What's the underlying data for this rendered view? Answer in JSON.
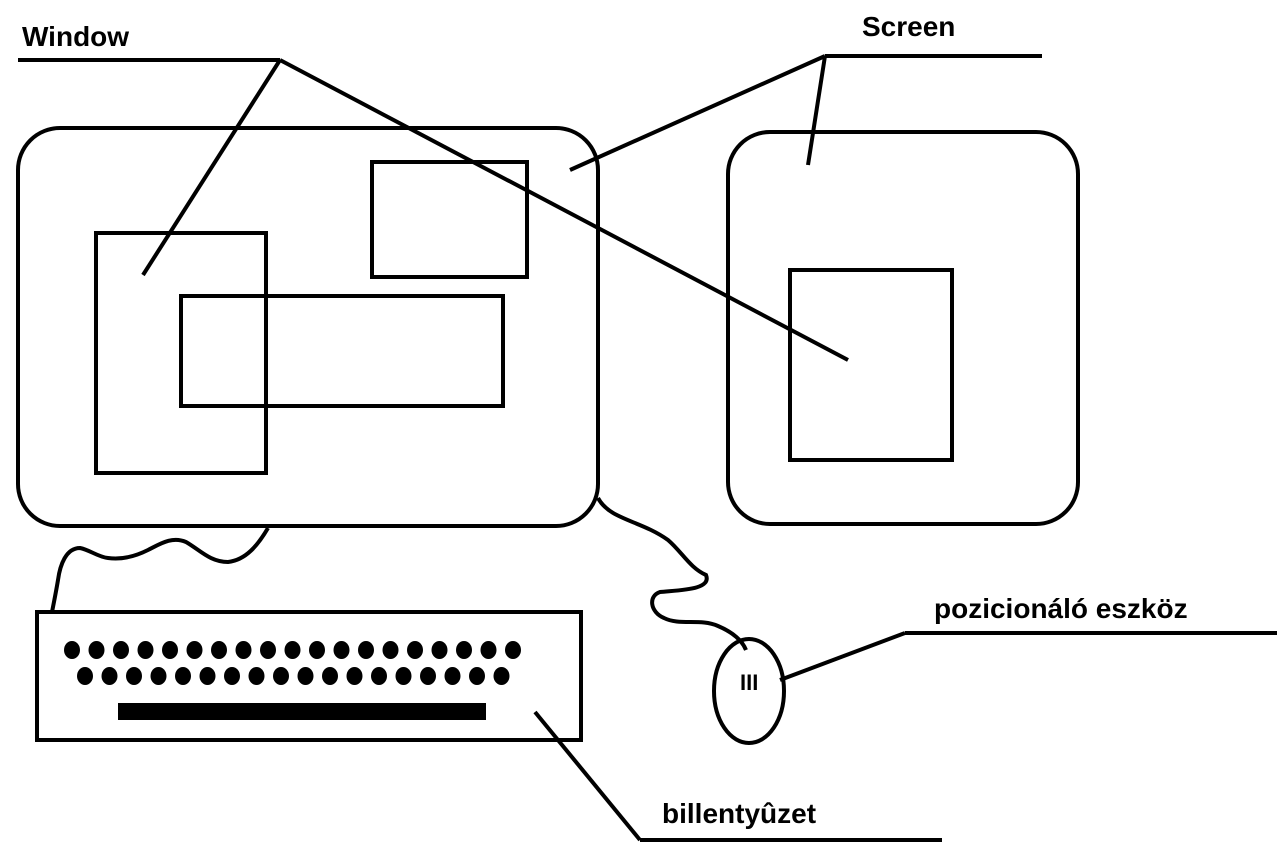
{
  "labels": {
    "window": "Window",
    "screen": "Screen",
    "pointing_device": "pozicionáló eszköz",
    "keyboard": "billentyûzet",
    "mouse_buttons": "III"
  },
  "colors": {
    "ink": "#000000",
    "background": "#ffffff"
  }
}
